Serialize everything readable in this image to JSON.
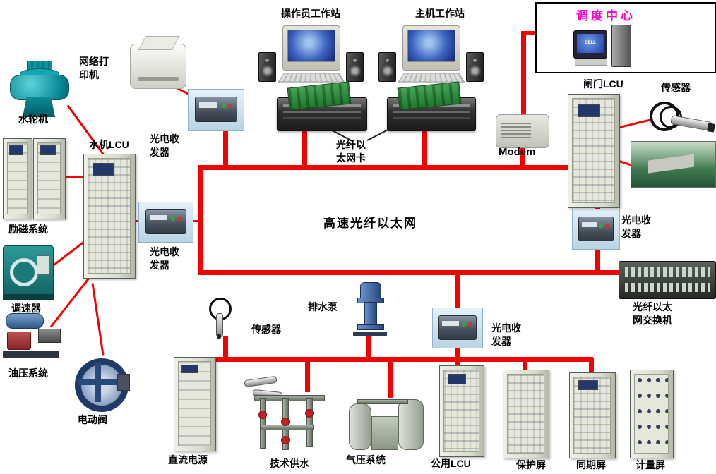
{
  "backbone": {
    "label": "高速光纤以太网"
  },
  "dispatch": {
    "label": "调度中心",
    "brand": "DELL"
  },
  "labels": {
    "operator_ws": "操作员工作站",
    "host_ws": "主机工作站",
    "printer": "网络打印机",
    "turbine": "水轮机",
    "hydro_lcu": "水机LCU",
    "excitation": "励磁系统",
    "transceiver_top": "光电收发器",
    "transceiver_left": "光电收发器",
    "transceiver_right": "光电收发器",
    "transceiver_bottom": "光电收发器",
    "fiber_card": "光纤以太网卡",
    "modem": "Modem",
    "gate_lcu": "闸门LCU",
    "sensor_right": "传感器",
    "switch": "光纤以太网交换机",
    "governor": "调速器",
    "oil": "油压系统",
    "valve": "电动阀",
    "pump": "排水泵",
    "sensor_mid": "传感器",
    "dc_power": "直流电源",
    "tech_water": "技术供水",
    "air": "气压系统",
    "common_lcu": "公用LCU",
    "protection": "保护屏",
    "sync": "同期屏",
    "metering": "计量屏"
  },
  "colors": {
    "network_line": "#ff0000",
    "dispatch_text": "#ff00cc"
  }
}
